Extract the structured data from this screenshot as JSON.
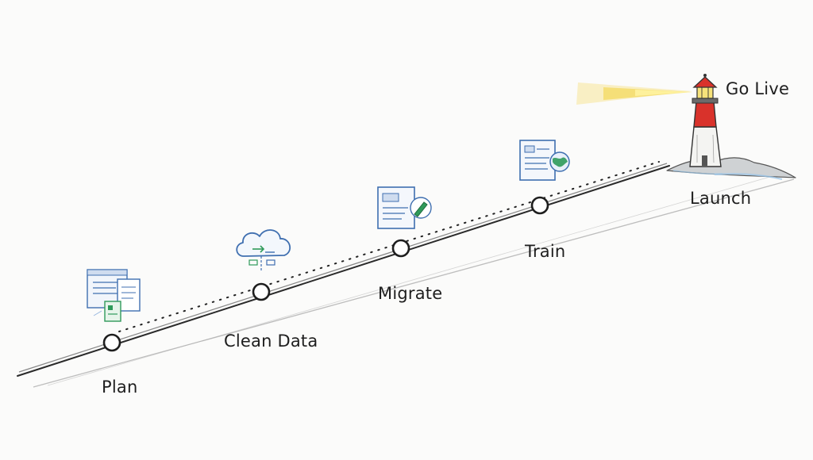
{
  "milestones": [
    {
      "label": "Plan",
      "icon": "documents-icon"
    },
    {
      "label": "Clean Data",
      "icon": "cloud-sync-icon"
    },
    {
      "label": "Migrate",
      "icon": "document-pen-icon"
    },
    {
      "label": "Train",
      "icon": "document-globe-icon"
    }
  ],
  "destination": {
    "title": "Go Live",
    "subtitle": "Launch",
    "icon": "lighthouse-icon"
  },
  "colors": {
    "ink": "#222222",
    "blue": "#3f6fb0",
    "green": "#2f9a5a",
    "lighthouse_red": "#d9322b",
    "beam": "#f3d23a"
  }
}
